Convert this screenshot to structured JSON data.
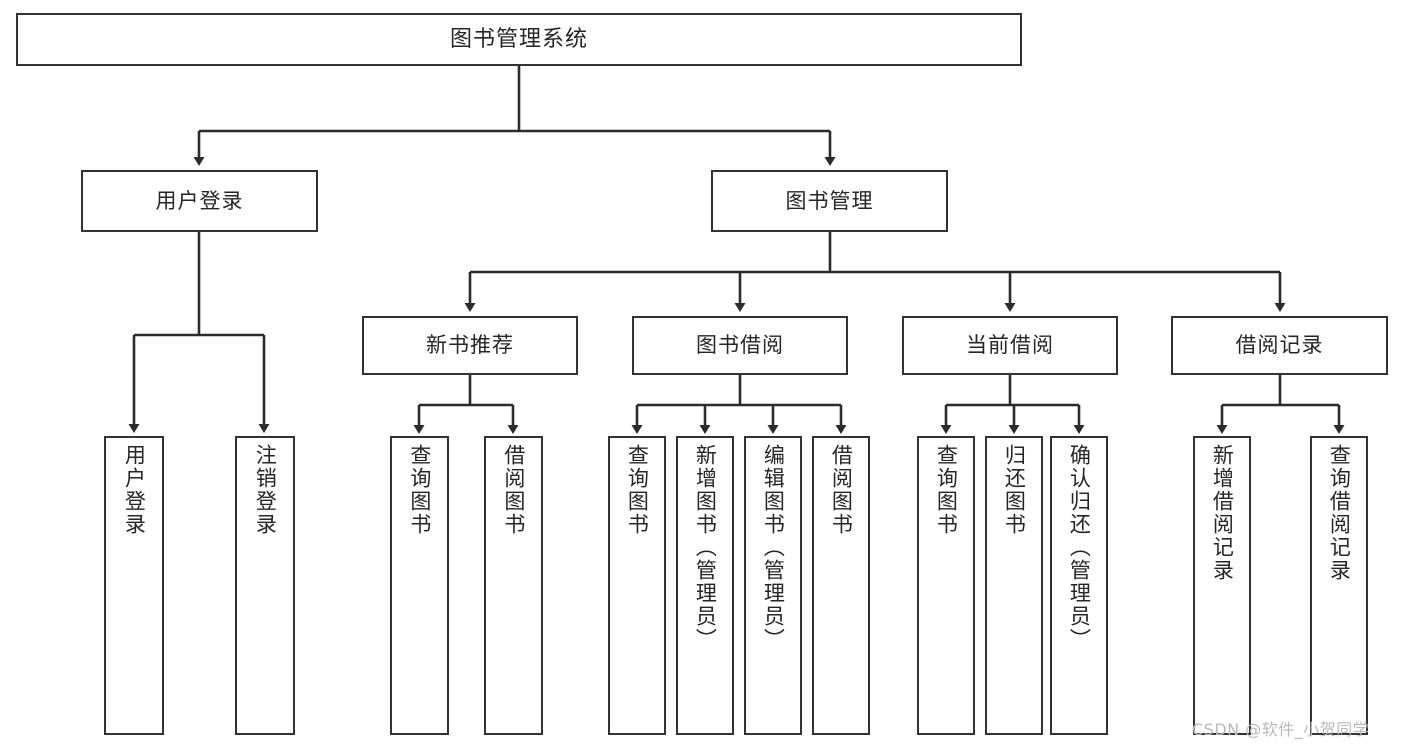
{
  "diagram": {
    "title": "图书管理系统",
    "type": "tree-structure-chart",
    "root": {
      "label": "图书管理系统"
    },
    "level2": [
      {
        "label": "用户登录"
      },
      {
        "label": "图书管理"
      }
    ],
    "level3": [
      {
        "label": "新书推荐"
      },
      {
        "label": "图书借阅"
      },
      {
        "label": "当前借阅"
      },
      {
        "label": "借阅记录"
      }
    ],
    "leaves": {
      "user_login": [
        {
          "label": "用户登录"
        },
        {
          "label": "注销登录"
        }
      ],
      "new_book_recommend": [
        {
          "label": "查询图书"
        },
        {
          "label": "借阅图书"
        }
      ],
      "book_borrow": [
        {
          "label": "查询图书"
        },
        {
          "label": "新增图书（管理员）"
        },
        {
          "label": "编辑图书（管理员）"
        },
        {
          "label": "借阅图书"
        }
      ],
      "current_borrow": [
        {
          "label": "查询图书"
        },
        {
          "label": "归还图书"
        },
        {
          "label": "确认归还（管理员）"
        }
      ],
      "borrow_record": [
        {
          "label": "新增借阅记录"
        },
        {
          "label": "查询借阅记录"
        }
      ]
    }
  },
  "watermark": {
    "text": "CSDN @软件_小贺同学"
  },
  "colors": {
    "stroke": "#333333",
    "text": "#262626",
    "background": "#ffffff",
    "watermark": "#b9b9b9"
  }
}
